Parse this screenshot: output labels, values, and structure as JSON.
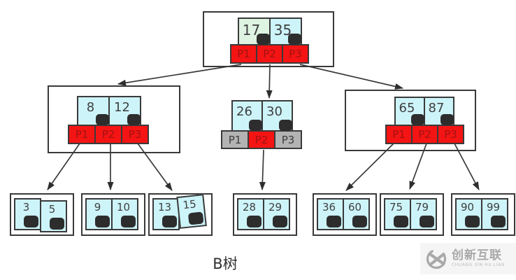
{
  "caption": "B树",
  "nodes": {
    "root": {
      "keys": [
        "17",
        "35"
      ],
      "pointers": [
        "P1",
        "P2",
        "P3"
      ]
    },
    "left": {
      "keys": [
        "8",
        "12"
      ],
      "pointers": [
        "P1",
        "P2",
        "P3"
      ]
    },
    "middle": {
      "keys": [
        "26",
        "30"
      ],
      "pointers": [
        "P1",
        "P2",
        "P3"
      ]
    },
    "right": {
      "keys": [
        "65",
        "87"
      ],
      "pointers": [
        "P1",
        "P2",
        "P3"
      ]
    }
  },
  "leaves": [
    {
      "keys": [
        "3",
        "5"
      ]
    },
    {
      "keys": [
        "9",
        "10"
      ]
    },
    {
      "keys": [
        "13",
        "15"
      ]
    },
    {
      "keys": [
        "28",
        "29"
      ]
    },
    {
      "keys": [
        "36",
        "60"
      ]
    },
    {
      "keys": [
        "75",
        "79"
      ]
    },
    {
      "keys": [
        "90",
        "99"
      ]
    }
  ],
  "watermark": {
    "brand": "创新互联",
    "sub": "CHUANG XIN HU LIAN",
    "icon": "cx-logo-icon"
  },
  "colors": {
    "key_cyan": "#cdf4f9",
    "key_green": "#def3e2",
    "pointer_red": "#f41414",
    "pointer_red_text": "#a31212",
    "pointer_gray": "#b3b3b3",
    "border": "#3a3a3a",
    "block": "#2d2d2d",
    "watermark_gray": "#a9a9a9"
  }
}
